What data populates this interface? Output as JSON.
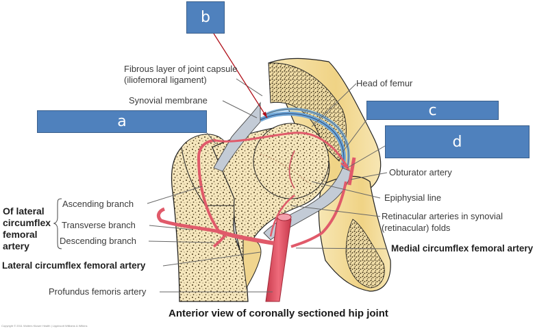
{
  "diagram": {
    "caption": "Anterior view of coronally sectioned hip joint",
    "copyright": "Copyright © 2011 Wolters Kluwer Health | Lippincott Williams & Wilkins",
    "answer_boxes": [
      {
        "id": "a",
        "label": "a"
      },
      {
        "id": "b",
        "label": "b"
      },
      {
        "id": "c",
        "label": "c"
      },
      {
        "id": "d",
        "label": "d"
      }
    ],
    "labels_left": {
      "fibrous_layer_line1": "Fibrous layer of joint capsule",
      "fibrous_layer_line2": "(iliofemoral ligament)",
      "synovial_membrane": "Synovial membrane",
      "group_title_lines": [
        "Of lateral",
        "circumflex",
        "femoral",
        "artery"
      ],
      "ascending_branch": "Ascending branch",
      "transverse_branch": "Transverse branch",
      "descending_branch": "Descending branch",
      "lateral_circumflex": "Lateral circumflex femoral artery",
      "profundus": "Profundus femoris artery"
    },
    "labels_right": {
      "head_of_femur": "Head of femur",
      "obturator_artery": "Obturator artery",
      "epiphysial_line": "Epiphysial line",
      "retinacular_line1": "Retinacular arteries in synovial",
      "retinacular_line2": "(retinacular) folds",
      "medial_circumflex": "Medial circumflex femoral artery"
    },
    "colors": {
      "box_fill": "#4f81bd",
      "box_border": "#385d8a",
      "bone": "#f5e6b8",
      "bone_dark": "#ecd28a",
      "artery": "#e05a6a",
      "cartilage": "#7fb2d9",
      "capsule": "#b9c3cf",
      "pointer": "#b0101a",
      "leader": "#666666"
    }
  }
}
